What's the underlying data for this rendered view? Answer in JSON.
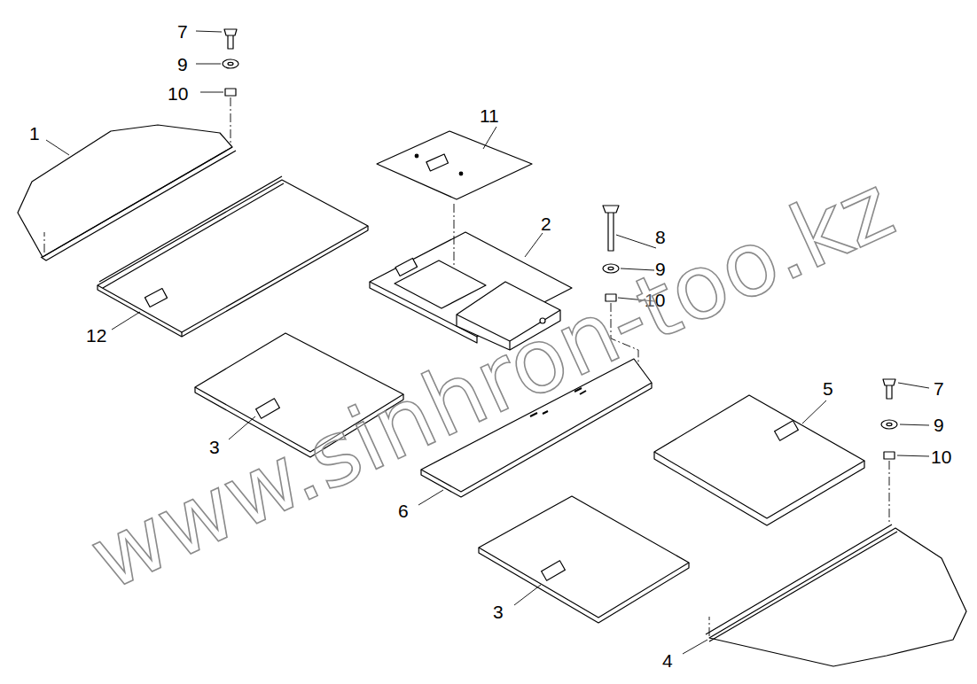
{
  "diagram": {
    "labels": [
      "7",
      "9",
      "10",
      "1",
      "11",
      "2",
      "8",
      "9",
      "10",
      "12",
      "3",
      "6",
      "5",
      "7",
      "9",
      "10",
      "3",
      "4",
      "www.sinhron-too.kz"
    ]
  }
}
